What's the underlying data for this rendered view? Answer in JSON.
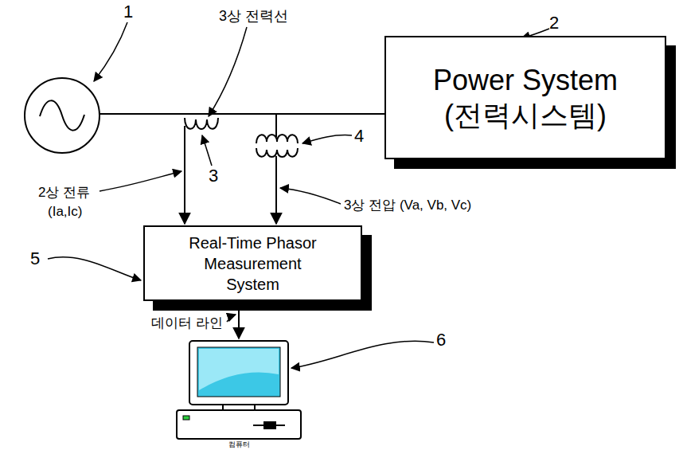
{
  "diagram": {
    "nodes": [
      {
        "text": [
          "Power System",
          "(전력시스템)"
        ]
      },
      {
        "text": [
          "Real-Time Phasor Measurement System"
        ]
      },
      {
        "text": [
          "컴퓨터"
        ]
      }
    ],
    "edges": [
      {
        "from": 1,
        "to": 2,
        "arrow": "to"
      }
    ],
    "labels": [
      "1",
      "2",
      "3",
      "4",
      "5",
      "6",
      "3상 전력선",
      "2상 전류",
      "(Ia,Ic)",
      "3상 전압 (Va, Vb, Vc)",
      "데이터 라인"
    ]
  }
}
